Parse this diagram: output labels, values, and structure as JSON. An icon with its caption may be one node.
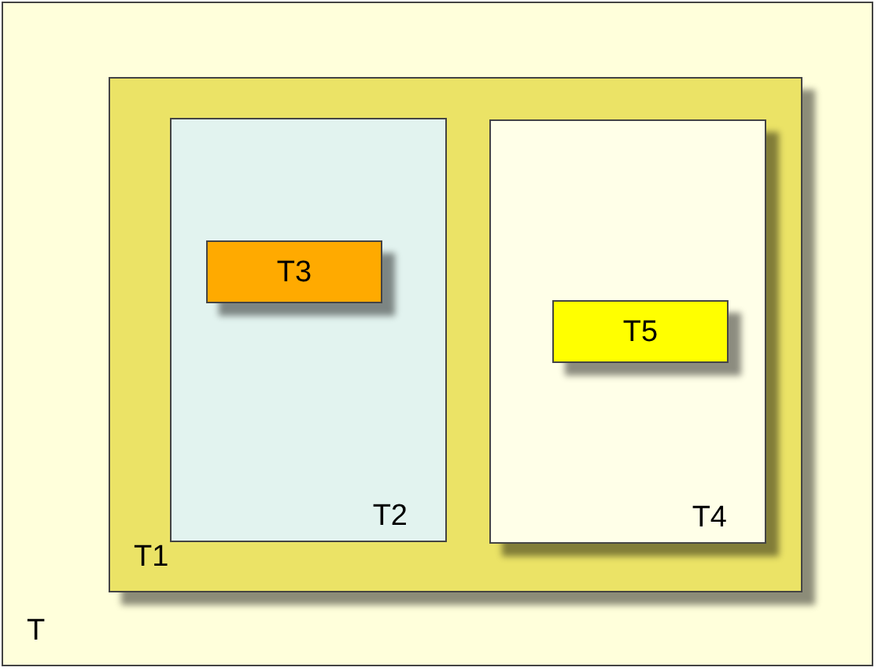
{
  "diagram": {
    "nodes": [
      {
        "text": [
          "T"
        ]
      },
      {
        "text": [
          "T1"
        ],
        "in": 0
      },
      {
        "text": [
          "T2"
        ],
        "in": 1
      },
      {
        "text": [
          "T3"
        ],
        "in": 2
      },
      {
        "text": [
          "T4"
        ],
        "in": 1
      },
      {
        "text": [
          "T5"
        ],
        "in": 4
      }
    ]
  }
}
